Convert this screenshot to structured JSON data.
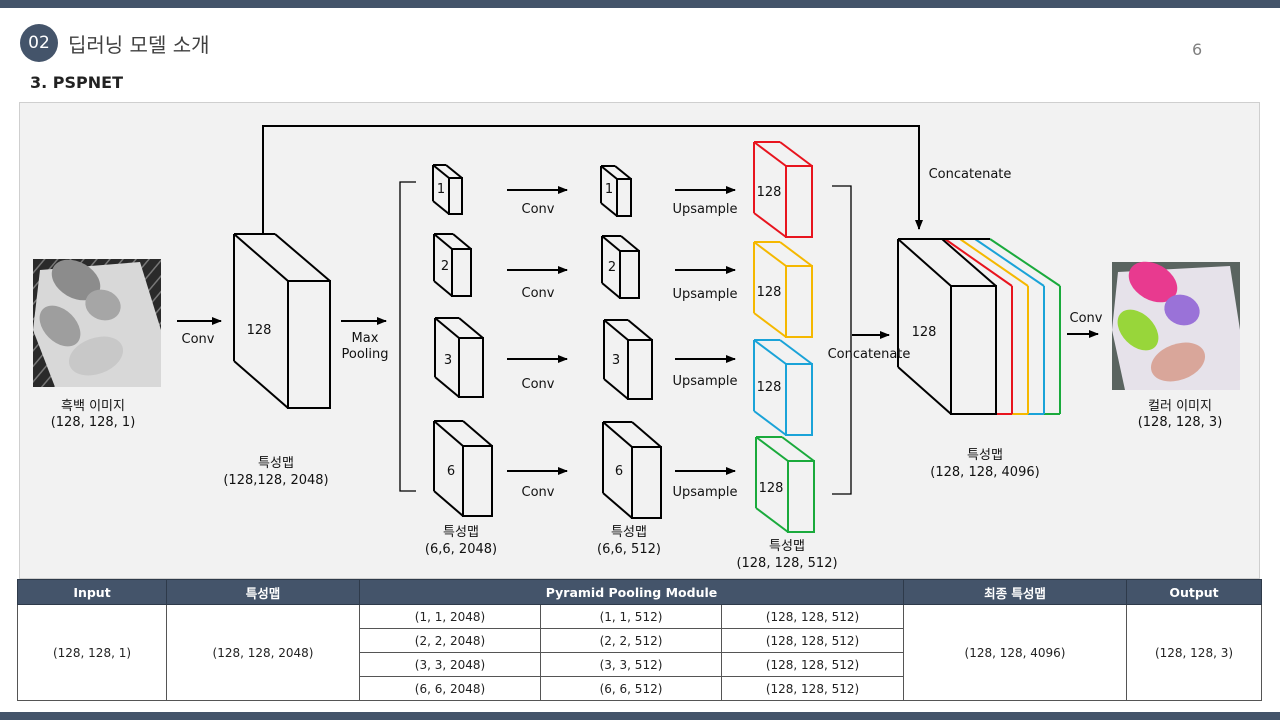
{
  "header": {
    "section_number": "02",
    "section_title": "딥러닝 모델 소개",
    "page_number": "6",
    "subtitle": "3. PSPNET"
  },
  "diagram": {
    "input_caption": [
      "흑백 이미지",
      "(128, 128, 1)"
    ],
    "output_caption": [
      "컬러 이미지",
      "(128, 128, 3)"
    ],
    "conv": "Conv",
    "max_pooling": [
      "Max",
      "Pooling"
    ],
    "upsample": "Upsample",
    "concatenate": "Concatenate",
    "feature_depth": "128",
    "feature_caption": [
      "특성맵",
      "(128,128, 2048)"
    ],
    "pool_sizes": [
      "1",
      "2",
      "3",
      "6"
    ],
    "pool_caption": [
      "특성맵",
      "(6,6, 2048)"
    ],
    "conv_caption": [
      "특성맵",
      "(6,6, 512)"
    ],
    "up_depth": "128",
    "up_caption": [
      "특성맵",
      "(128, 128, 512)"
    ],
    "final_depth": "128",
    "final_caption": [
      "특성맵",
      "(128, 128, 4096)"
    ],
    "colors": {
      "red": "#e8141e",
      "yellow": "#f5b800",
      "blue": "#1aa3d8",
      "green": "#1aaa3c"
    }
  },
  "table": {
    "headers": [
      "Input",
      "특성맵",
      "Pyramid Pooling Module",
      "최종 특성맵",
      "Output"
    ],
    "input": "(128, 128, 1)",
    "feature": "(128, 128, 2048)",
    "ppm_rows": [
      [
        "(1, 1, 2048)",
        "(1, 1, 512)",
        "(128, 128, 512)"
      ],
      [
        "(2, 2, 2048)",
        "(2, 2, 512)",
        "(128, 128, 512)"
      ],
      [
        "(3, 3, 2048)",
        "(3, 3, 512)",
        "(128, 128, 512)"
      ],
      [
        "(6, 6, 2048)",
        "(6, 6, 512)",
        "(128, 128, 512)"
      ]
    ],
    "final": "(128, 128, 4096)",
    "output": "(128, 128, 3)"
  }
}
